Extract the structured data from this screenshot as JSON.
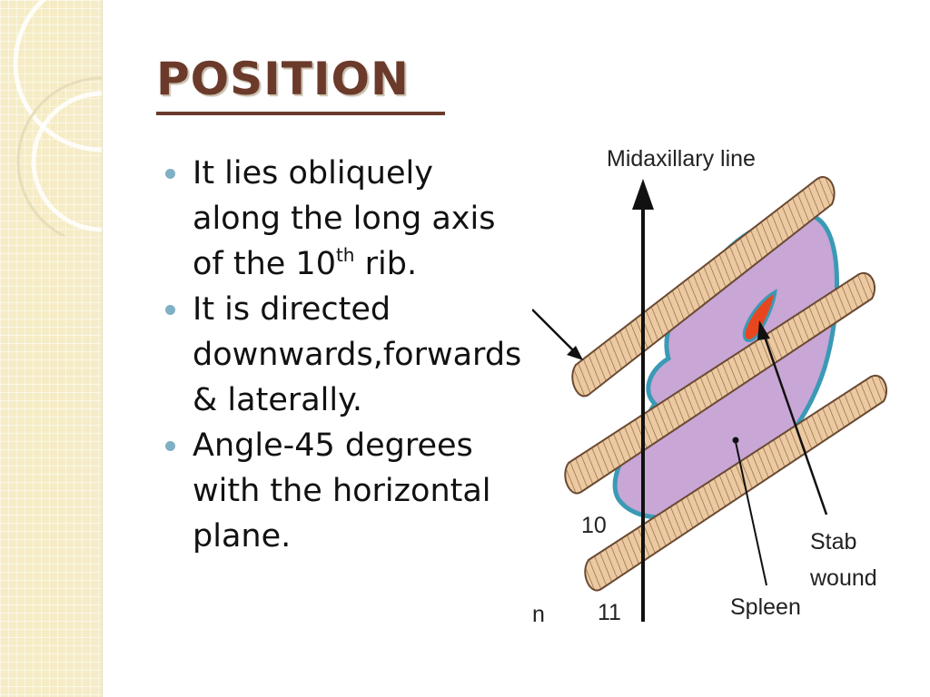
{
  "slide": {
    "title": "POSITION",
    "bullets": [
      {
        "pre": "It lies obliquely along the long axis of the 10",
        "sup": "th",
        "post": " rib."
      },
      {
        "pre": "It is directed downwards,forwards & laterally.",
        "sup": "",
        "post": ""
      },
      {
        "pre": "Angle-45 degrees with the horizontal plane.",
        "sup": "",
        "post": ""
      }
    ]
  },
  "figure": {
    "midaxillary_label": "Midaxillary line",
    "rib_10_label": "10",
    "rib_11_label": "11",
    "spleen_label": "Spleen",
    "stab_label_line1": "Stab",
    "stab_label_line2": "wound",
    "cutoff_label": "n",
    "colors": {
      "spleen": "#c8a6d6",
      "spleen_outline": "#3a9ab6",
      "rib": "#ecc9a0",
      "wound": "#e8461e"
    }
  }
}
